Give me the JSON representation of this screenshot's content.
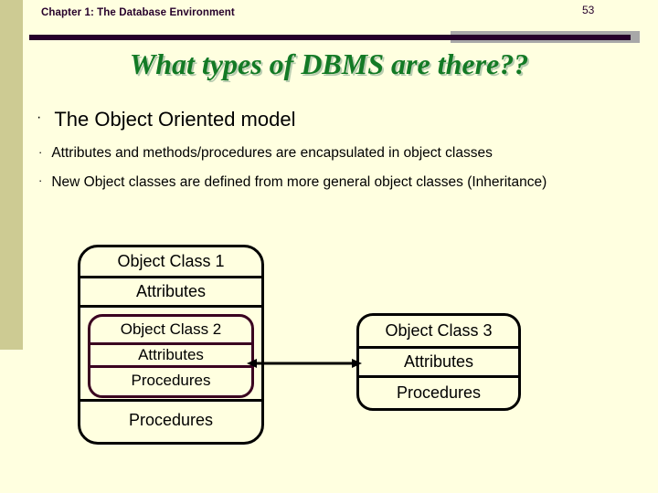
{
  "slide": {
    "chapter_title": "Chapter 1:  The Database Environment",
    "page_number": "53",
    "title": "What types of DBMS are there??",
    "colors": {
      "background": "#ffffe0",
      "sidebar_band": "#cdcb93",
      "rule_dark": "#26002b",
      "rule_shadow": "#a8a8a8",
      "title_green": "#137a25",
      "title_shadow": "#b9cdb0",
      "box_border": "#000000",
      "nested_box_border": "#3a0020"
    }
  },
  "bullets": [
    {
      "marker": "·",
      "text": "The Object Oriented model",
      "level": 1
    },
    {
      "marker": "·",
      "text": "Attributes and methods/procedures are encapsulated in object classes",
      "level": 2
    },
    {
      "marker": "·",
      "text": "New Object classes are defined from more general object classes (Inheritance)",
      "level": 2
    }
  ],
  "diagram": {
    "class1": {
      "title": "Object Class 1",
      "attributes": "Attributes",
      "procedures": "Procedures"
    },
    "class2": {
      "title": "Object Class 2",
      "attributes": "Attributes",
      "procedures": "Procedures"
    },
    "class3": {
      "title": "Object Class 3",
      "attributes": "Attributes",
      "procedures": "Procedures"
    },
    "connector": {
      "kind": "double-headed-arrow",
      "from": "class2",
      "to": "class3"
    }
  }
}
